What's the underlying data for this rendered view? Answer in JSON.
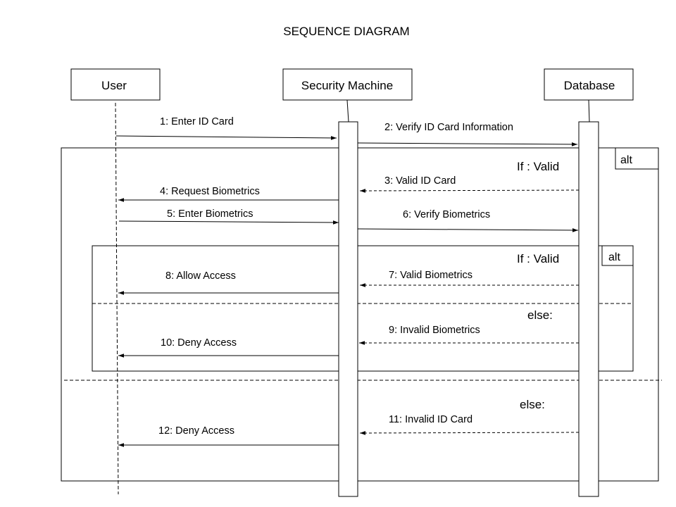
{
  "title": "SEQUENCE DIAGRAM",
  "participants": {
    "user": "User",
    "security_machine": "Security Machine",
    "database": "Database"
  },
  "messages": {
    "m1": "1: Enter ID Card",
    "m2": "2: Verify ID Card Information",
    "m3": "3: Valid ID Card",
    "m4": "4: Request Biometrics",
    "m5": "5: Enter Biometrics",
    "m6": "6: Verify Biometrics",
    "m7": "7: Valid Biometrics",
    "m8": "8: Allow Access",
    "m9": "9: Invalid Biometrics",
    "m10": "10: Deny Access",
    "m11": "11: Invalid ID Card",
    "m12": "12: Deny Access"
  },
  "fragments": {
    "outer": {
      "operator": "alt",
      "guard_if": "If : Valid",
      "guard_else": "else:"
    },
    "inner": {
      "operator": "alt",
      "guard_if": "If : Valid",
      "guard_else": "else:"
    }
  },
  "colors": {
    "line": "#000000",
    "background": "#ffffff"
  }
}
